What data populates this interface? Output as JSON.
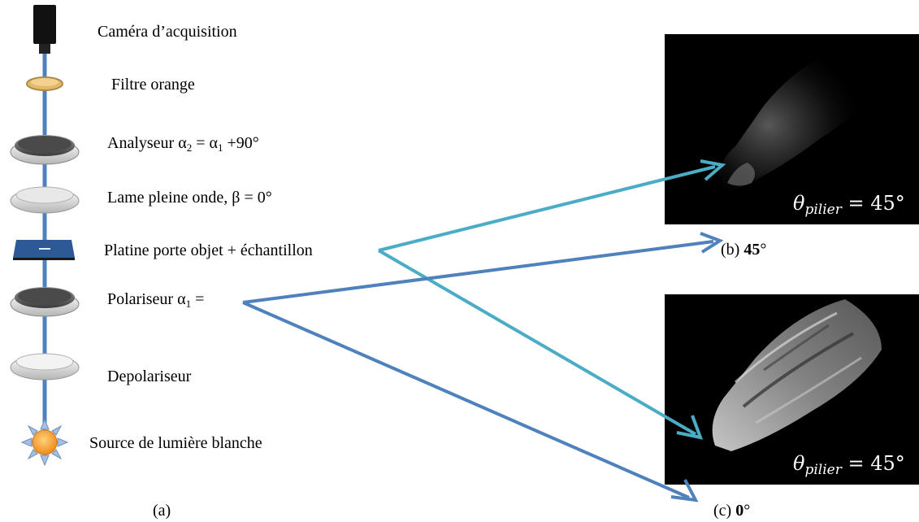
{
  "left_panel": {
    "components": [
      {
        "label": "Caméra d’acquisition",
        "icon": "camera-icon"
      },
      {
        "label": "Filtre orange",
        "icon": "orange-filter-icon"
      },
      {
        "label_prefix": "Analyseur α",
        "label_sub1": "2",
        "label_mid": " = α",
        "label_sub2": "1",
        "label_suffix": " +90°",
        "icon": "analyzer-icon"
      },
      {
        "label": "Lame pleine onde, β = 0°",
        "icon": "waveplate-icon"
      },
      {
        "label": "Platine porte objet + échantillon",
        "icon": "sample-stage-icon"
      },
      {
        "label_prefix": "Polariseur α",
        "label_sub1": "1",
        "label_suffix": " =",
        "icon": "polarizer-icon"
      },
      {
        "label": "Depolariseur",
        "icon": "depolarizer-icon"
      },
      {
        "label": "Source de lumière blanche",
        "icon": "light-source-icon"
      }
    ],
    "caption": "(a)"
  },
  "images": [
    {
      "id": "b",
      "theta_symbol": "θ",
      "theta_subscript": "pilier",
      "theta_value": " = 45°",
      "caption_prefix": "(b) ",
      "caption_bold": "45",
      "caption_suffix": "°"
    },
    {
      "id": "c",
      "theta_symbol": "θ",
      "theta_subscript": "pilier",
      "theta_value": " = 45°",
      "caption_prefix": "(c) ",
      "caption_bold": "0",
      "caption_suffix": "°"
    }
  ],
  "colors": {
    "arrow_light": "#4bacc6",
    "arrow_dark": "#4f81bd",
    "beam": "#4f81bd",
    "photo_bg": "#000000"
  }
}
